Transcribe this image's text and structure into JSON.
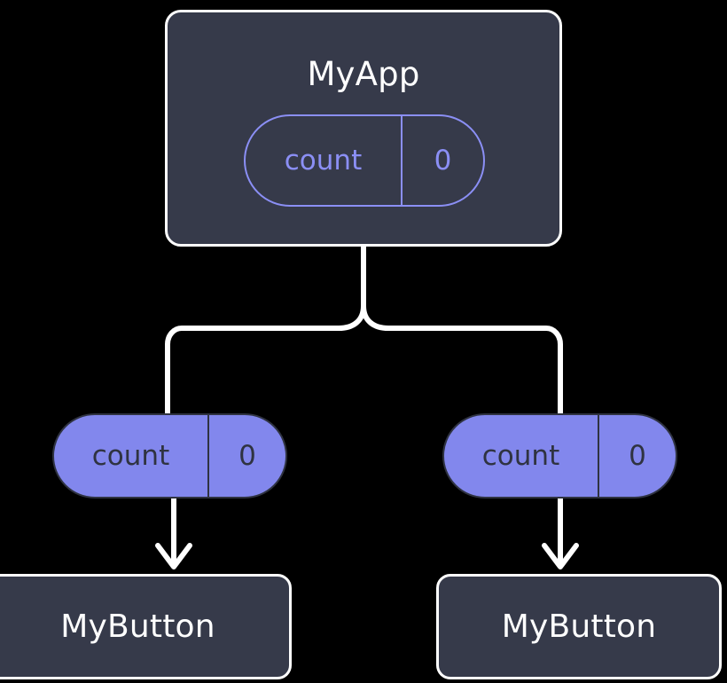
{
  "diagram": {
    "type": "component-state-tree",
    "background_color": "#000000",
    "colors": {
      "box_fill": "#363a4a",
      "box_stroke": "#ffffff",
      "box_text": "#ffffff",
      "pill_outline_stroke": "#8b8ff5",
      "pill_outline_text": "#8b8ff5",
      "pill_filled_fill": "#8287ed",
      "pill_filled_text": "#2f3341",
      "edge_stroke": "#ffffff"
    },
    "root": {
      "title": "MyApp",
      "state": {
        "key": "count",
        "value": "0"
      }
    },
    "children": [
      {
        "state": {
          "key": "count",
          "value": "0"
        },
        "title": "MyButton"
      },
      {
        "state": {
          "key": "count",
          "value": "0"
        },
        "title": "MyButton"
      }
    ]
  }
}
